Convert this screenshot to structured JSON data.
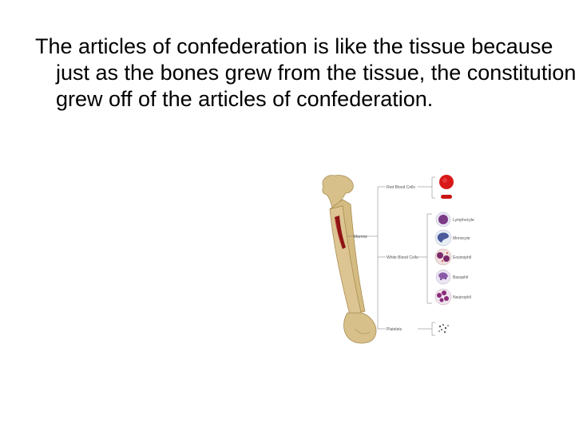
{
  "slide": {
    "text": "The articles of confederation is like the tissue because just as the bones grew from the tissue, the constitution grew off of the articles of confederation."
  },
  "diagram": {
    "labels": {
      "marrow": "Marrow",
      "red_blood_cells": "Red Blood Cells",
      "white_blood_cells": "White Blood Cells",
      "platelets": "Platelets",
      "lymphocyte": "Lymphocyte",
      "monocyte": "Monocyte",
      "eosinophil": "Eosinophil",
      "basophil": "Basophil",
      "neutrophil": "Neutrophil"
    },
    "colors": {
      "bone": "#d8c08a",
      "bone_shadow": "#b49a5e",
      "marrow": "#8e1414",
      "red_cell": "#d81818",
      "white_cell_bg": "#e9e6f2",
      "white_cell_nucleus": "#8a4a8a"
    }
  }
}
